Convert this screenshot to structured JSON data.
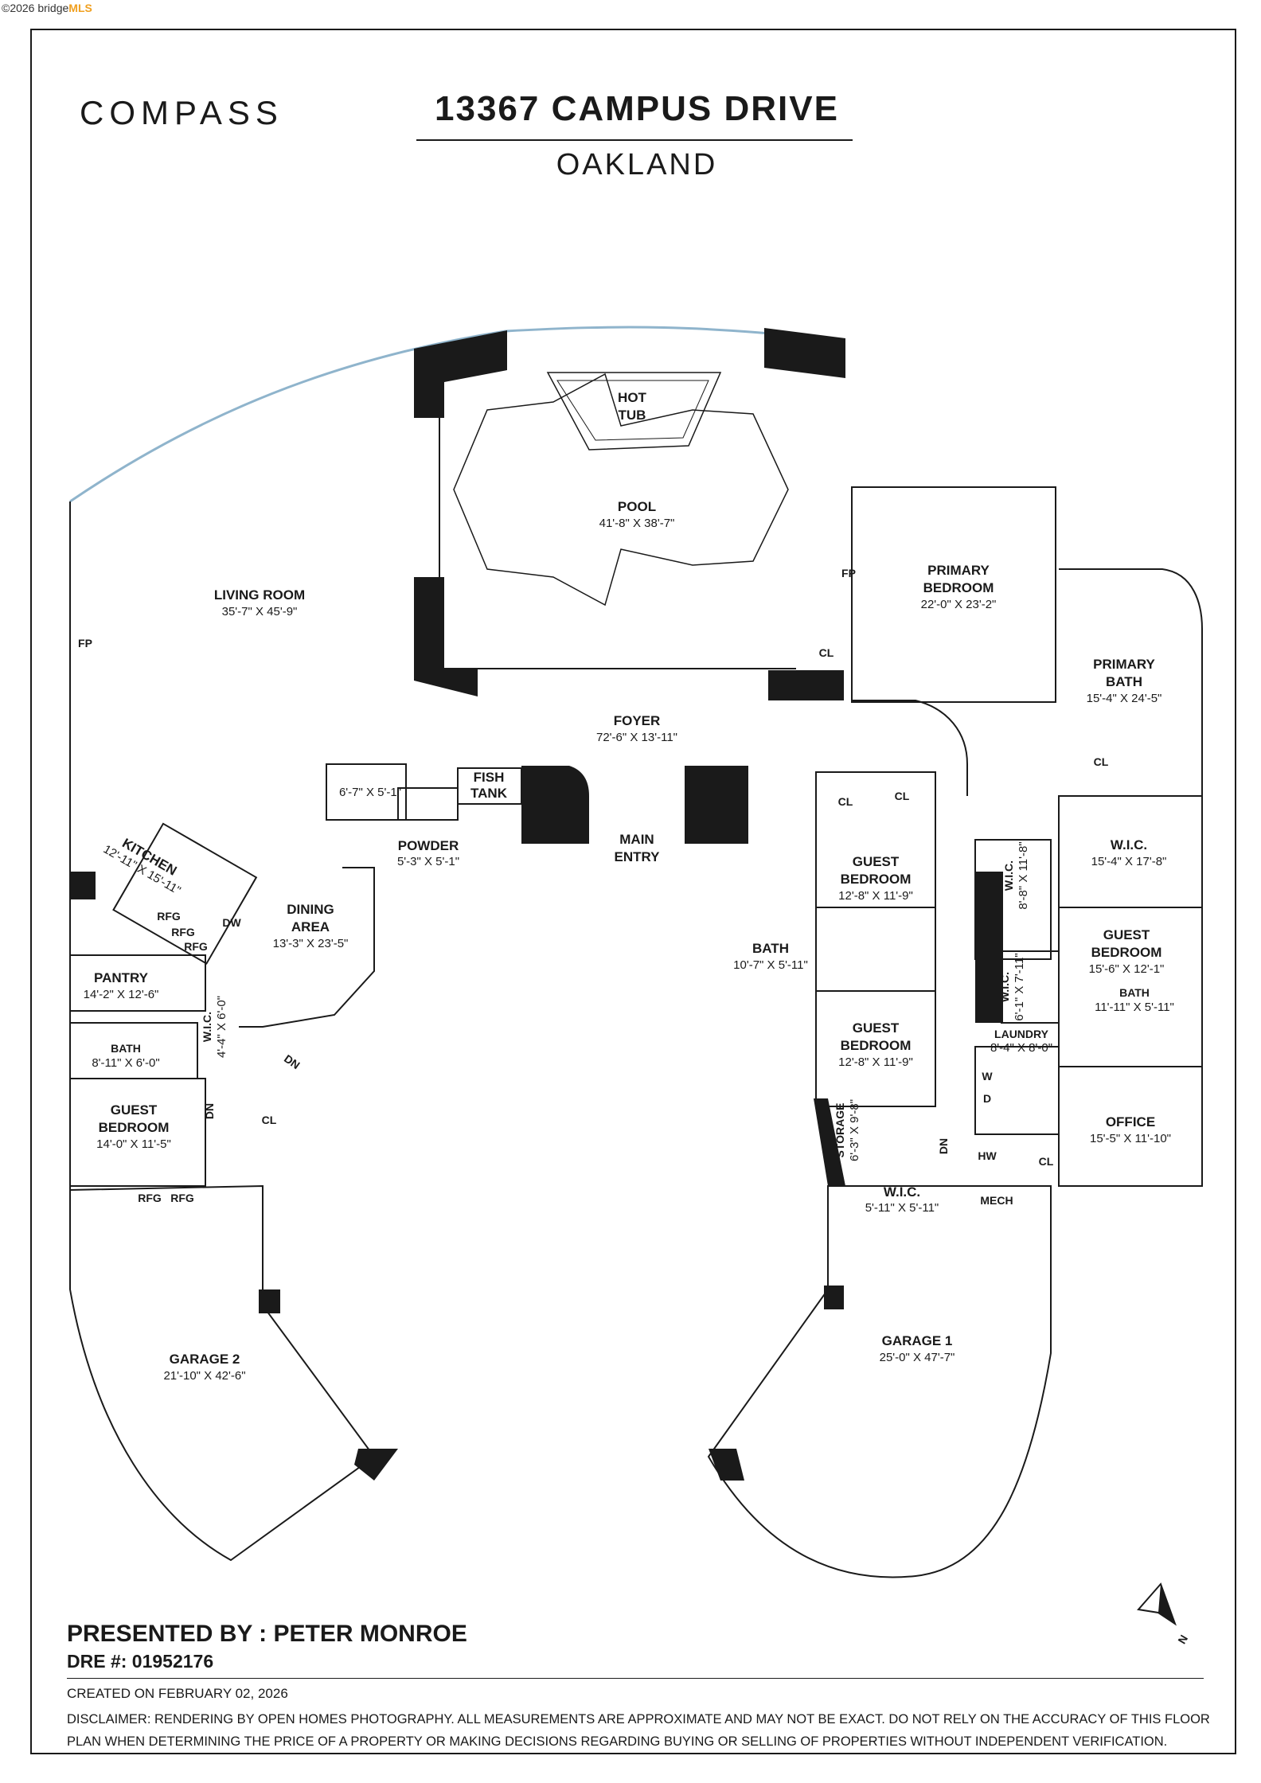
{
  "watermark": {
    "prefix": "©2026 bridge",
    "brand": "MLS"
  },
  "header": {
    "logo": "COMPASS",
    "title": "13367 CAMPUS DRIVE",
    "city": "OAKLAND"
  },
  "rooms": {
    "hot_tub": {
      "name1": "HOT",
      "name2": "TUB"
    },
    "pool": {
      "name": "POOL",
      "dim": "41'-8\" X 38'-7\""
    },
    "living_room": {
      "name": "LIVING ROOM",
      "dim": "35'-7\" X 45'-9\""
    },
    "primary_bedroom": {
      "name1": "PRIMARY",
      "name2": "BEDROOM",
      "dim": "22'-0\" X 23'-2\""
    },
    "primary_bath": {
      "name1": "PRIMARY",
      "name2": "BATH",
      "dim": "15'-4\" X 24'-5\""
    },
    "foyer": {
      "name": "FOYER",
      "dim": "72'-6\" X 13'-11\""
    },
    "closet_small": {
      "dim": "6'-7\" X 5'-1\""
    },
    "powder": {
      "name": "POWDER",
      "dim": "5'-3\" X 5'-1\""
    },
    "fish_tank": {
      "name1": "FISH",
      "name2": "TANK"
    },
    "main_entry": {
      "name1": "MAIN",
      "name2": "ENTRY"
    },
    "kitchen": {
      "name": "KITCHEN",
      "dim": "12'-11\" X 15'-11\""
    },
    "dining_area": {
      "name1": "DINING",
      "name2": "AREA",
      "dim": "13'-3\" X 23'-5\""
    },
    "pantry": {
      "name": "PANTRY",
      "dim": "14'-2\" X 12'-6\""
    },
    "bath_left": {
      "name": "BATH",
      "dim": "8'-11\" X 6'-0\""
    },
    "wic_left": {
      "name": "W.I.C.",
      "dim": "4'-4\" X 6'-0\""
    },
    "guest_bedroom_left": {
      "name1": "GUEST",
      "name2": "BEDROOM",
      "dim": "14'-0\" X 11'-5\""
    },
    "guest_bedroom_1": {
      "name1": "GUEST",
      "name2": "BEDROOM",
      "dim": "12'-8\" X 11'-9\""
    },
    "bath_center": {
      "name": "BATH",
      "dim": "10'-7\" X 5'-11\""
    },
    "guest_bedroom_2": {
      "name1": "GUEST",
      "name2": "BEDROOM",
      "dim": "12'-8\" X 11'-9\""
    },
    "wic_primary": {
      "name": "W.I.C.",
      "dim": "15'-4\" X 17'-8\""
    },
    "wic_a": {
      "name": "W.I.C.",
      "dim": "8'-8\" X 11'-8\""
    },
    "wic_b": {
      "name": "W.I.C.",
      "dim": "6'-1\" X 7'-11\""
    },
    "guest_bedroom_right": {
      "name1": "GUEST",
      "name2": "BEDROOM",
      "dim": "15'-6\" X 12'-1\""
    },
    "bath_right": {
      "name": "BATH",
      "dim": "11'-11\" X 5'-11\""
    },
    "laundry": {
      "name": "LAUNDRY",
      "dim": "8'-4\" X 8'-0\""
    },
    "office": {
      "name": "OFFICE",
      "dim": "15'-5\" X 11'-10\""
    },
    "storage": {
      "name": "STORAGE",
      "dim": "6'-3\" X 9'-8\""
    },
    "wic_bottom": {
      "name": "W.I.C.",
      "dim": "5'-11\" X 5'-11\""
    },
    "garage_1": {
      "name": "GARAGE 1",
      "dim": "25'-0\" X 47'-7\""
    },
    "garage_2": {
      "name": "GARAGE 2",
      "dim": "21'-10\" X 42'-6\""
    }
  },
  "labels": {
    "fp": "FP",
    "cl": "CL",
    "rfg": "RFG",
    "dw": "DW",
    "dn": "DN",
    "w": "W",
    "d": "D",
    "hw": "HW",
    "mech": "MECH",
    "north": "N"
  },
  "footer": {
    "presented": "PRESENTED BY : PETER MONROE",
    "dre": "DRE #: 01952176",
    "created": "CREATED ON FEBRUARY 02, 2026",
    "disclaimer": "DISCLAIMER: RENDERING BY OPEN HOMES PHOTOGRAPHY. ALL MEASUREMENTS ARE APPROXIMATE AND MAY NOT BE EXACT. DO NOT RELY ON THE ACCURACY OF THIS FLOOR PLAN WHEN DETERMINING THE PRICE OF A PROPERTY OR MAKING DECISIONS REGARDING BUYING OR SELLING OF PROPERTIES WITHOUT INDEPENDENT VERIFICATION."
  },
  "colors": {
    "ink": "#1a1a1a",
    "glass": "#8fb4cc"
  }
}
